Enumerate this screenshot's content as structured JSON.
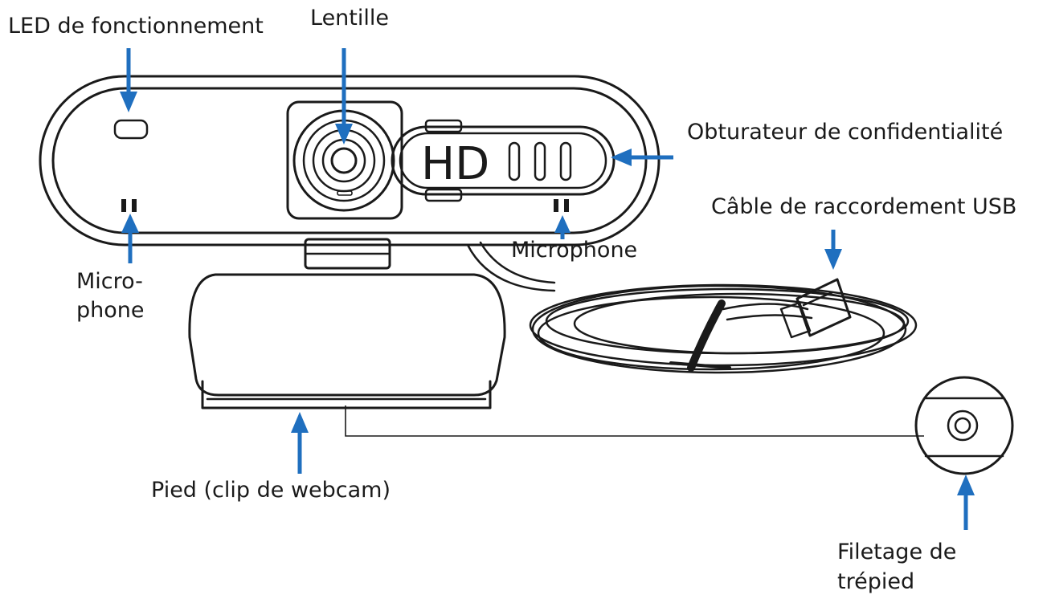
{
  "labels": {
    "led": "LED de fonctionnement",
    "lens": "Lentille",
    "privacy_shutter": "Obturateur de confidentialité",
    "usb_cable": "Câble de raccordement USB",
    "microphone_left_line1": "Micro-",
    "microphone_left_line2": "phone",
    "microphone_right": "Microphone",
    "foot": "Pied (clip de webcam)",
    "tripod_line1": "Filetage de",
    "tripod_line2": "trépied"
  },
  "device_marking": "HD",
  "colors": {
    "arrow": "#1f6fbf",
    "outline": "#1a1a1a",
    "background": "#ffffff"
  }
}
